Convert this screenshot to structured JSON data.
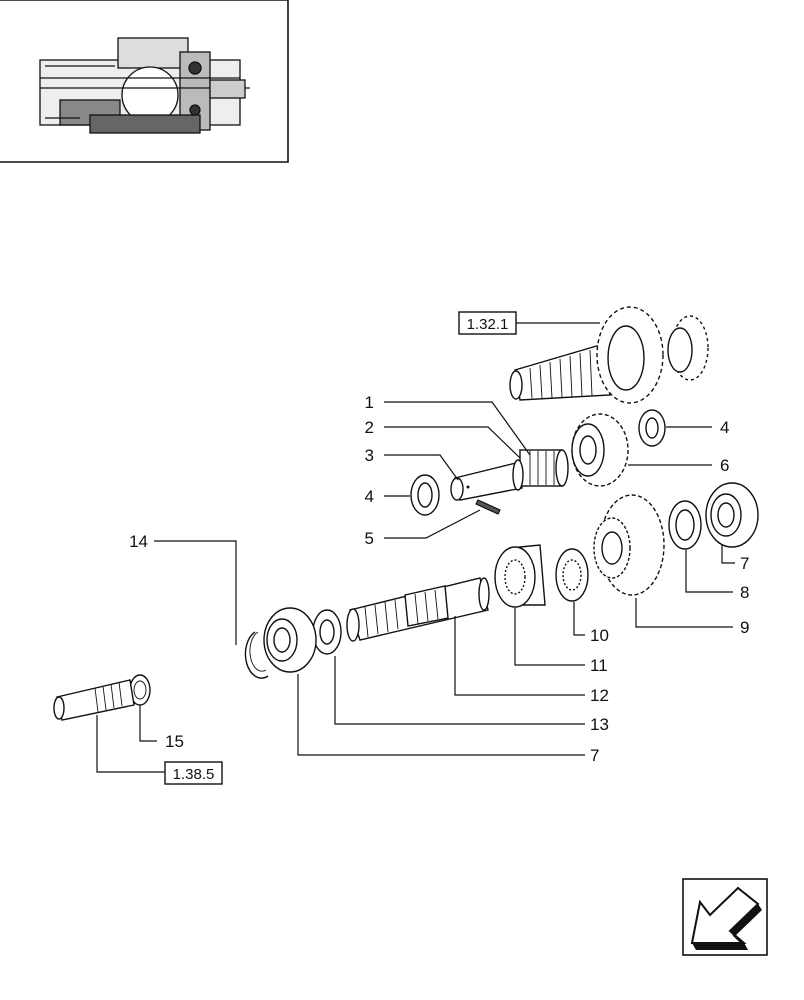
{
  "references": {
    "top": "1.32.1",
    "bottom": "1.38.5"
  },
  "callouts": {
    "c1": "1",
    "c2": "2",
    "c3": "3",
    "c4a": "4",
    "c4b": "4",
    "c5": "5",
    "c6": "6",
    "c7a": "7",
    "c7b": "7",
    "c8": "8",
    "c9": "9",
    "c10": "10",
    "c11": "11",
    "c12": "12",
    "c13": "13",
    "c14": "14",
    "c15": "15"
  },
  "icons": {
    "thumbnail": "transmission-assembly-thumbnail",
    "navigation": "back-arrow-icon"
  }
}
